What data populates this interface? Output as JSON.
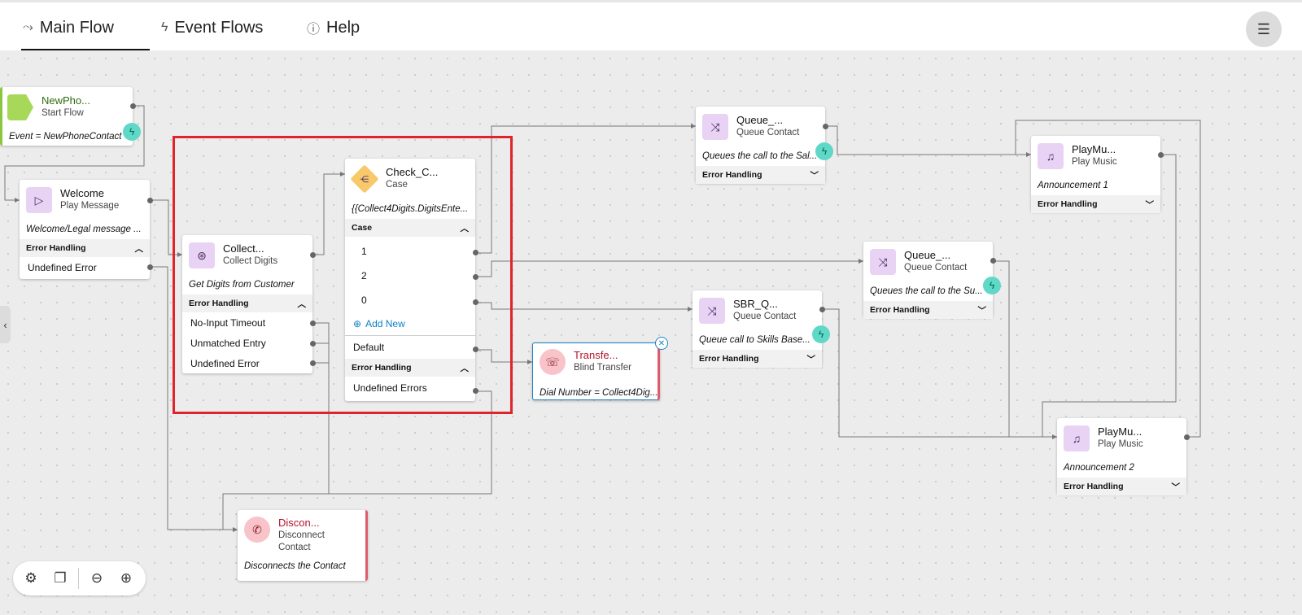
{
  "tabs": [
    {
      "label": "Main Flow",
      "icon": "flow-icon"
    },
    {
      "label": "Event Flows",
      "icon": "bolt-icon"
    },
    {
      "label": "Help",
      "icon": "help-icon"
    }
  ],
  "nodes": {
    "start": {
      "title": "NewPho...",
      "subtitle": "Start Flow",
      "desc": "Event = NewPhoneContact"
    },
    "welcome": {
      "title": "Welcome",
      "subtitle": "Play Message",
      "desc": "Welcome/Legal message ...",
      "section": "Error Handling",
      "rows": [
        "Undefined Error"
      ]
    },
    "collect": {
      "title": "Collect...",
      "subtitle": "Collect Digits",
      "desc": "Get Digits from Customer",
      "section": "Error Handling",
      "rows": [
        "No-Input Timeout",
        "Unmatched Entry",
        "Undefined Error"
      ]
    },
    "case": {
      "title": "Check_C...",
      "subtitle": "Case",
      "desc": "{{Collect4Digits.DigitsEnte...",
      "section": "Case",
      "rows": [
        "1",
        "2",
        "0"
      ],
      "add_new": "Add New",
      "default": "Default",
      "section2": "Error Handling",
      "rows2": [
        "Undefined Errors"
      ]
    },
    "transfer": {
      "title": "Transfe...",
      "subtitle": "Blind Transfer",
      "desc": "Dial Number = Collect4Dig..."
    },
    "disconnect": {
      "title": "Discon...",
      "subtitle1": "Disconnect",
      "subtitle2": "Contact",
      "desc": "Disconnects the Contact"
    },
    "queue1": {
      "title": "Queue_...",
      "subtitle": "Queue Contact",
      "desc": "Queues the call to the Sal...",
      "section": "Error Handling"
    },
    "queue2": {
      "title": "Queue_...",
      "subtitle": "Queue Contact",
      "desc": "Queues the call to the Su...",
      "section": "Error Handling"
    },
    "sbr": {
      "title": "SBR_Q...",
      "subtitle": "Queue Contact",
      "desc": "Queue call to Skills Base...",
      "section": "Error Handling"
    },
    "music1": {
      "title": "PlayMu...",
      "subtitle": "Play Music",
      "desc": "Announcement 1",
      "section": "Error Handling"
    },
    "music2": {
      "title": "PlayMu...",
      "subtitle": "Play Music",
      "desc": "Announcement 2",
      "section": "Error Handling"
    }
  },
  "colors": {
    "accent_red": "#e0242b",
    "bolt": "#5fd8c8",
    "purple_icon": "#e9d3f5",
    "start_green": "#a7d85a",
    "case_orange": "#f7c96a",
    "disconnect_pink": "#f8c3c9"
  }
}
